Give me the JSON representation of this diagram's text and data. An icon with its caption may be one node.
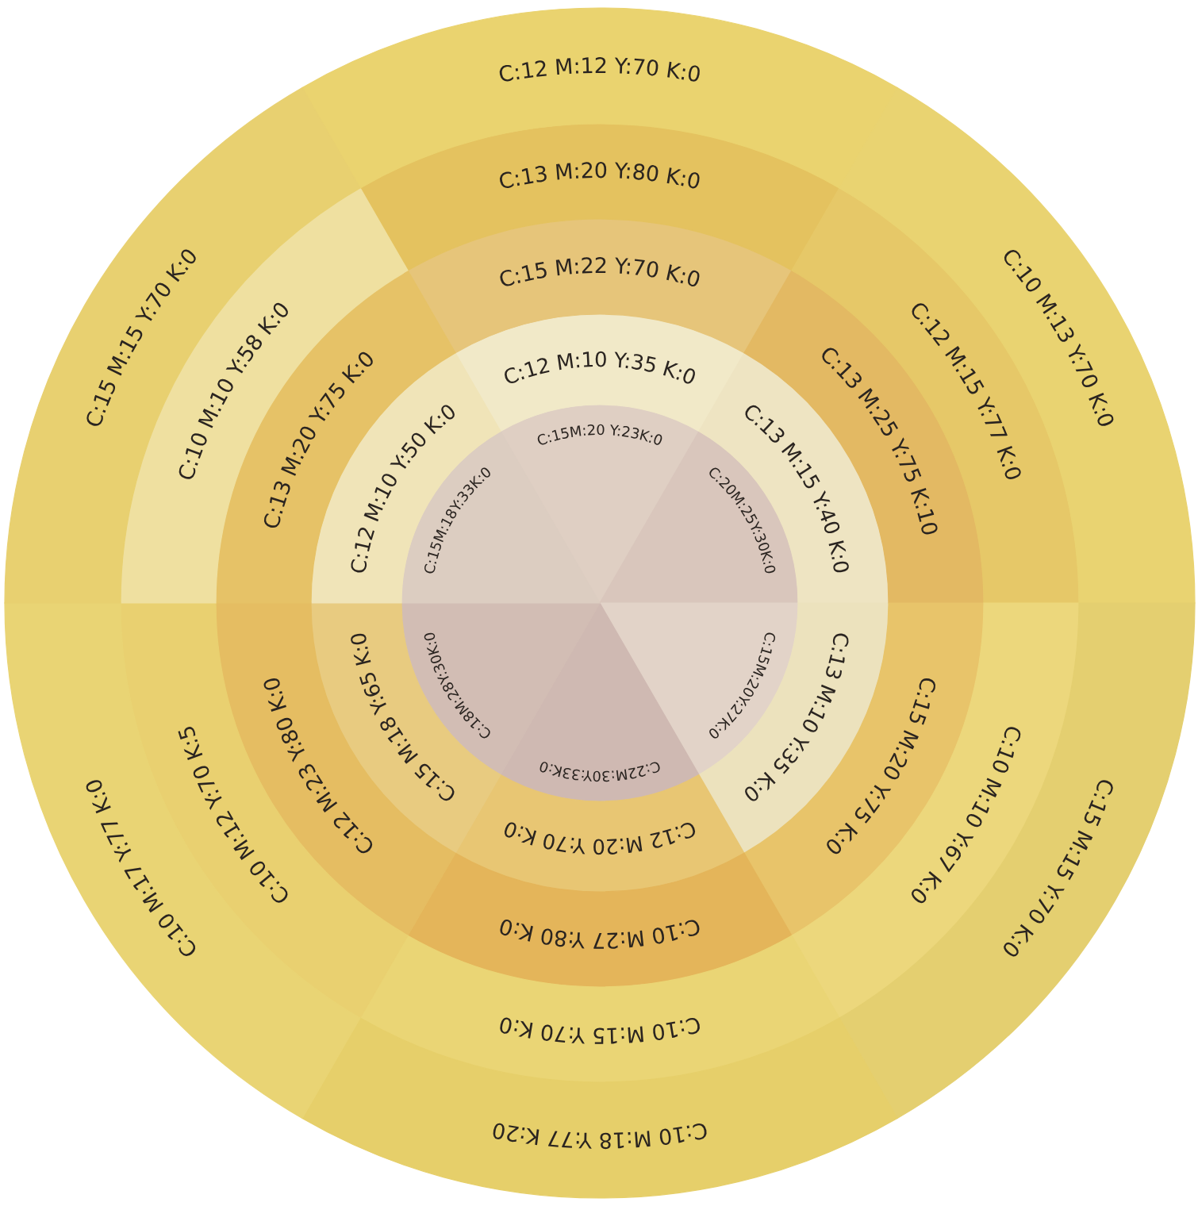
{
  "diagram": {
    "nodes": [
      {
        "text": [
          "C:15M:20 Y:23K:0"
        ]
      },
      {
        "text": [
          "C:20M:25Y:30K:0"
        ]
      },
      {
        "text": [
          "C:15M:20Y:27K:0"
        ]
      },
      {
        "text": [
          "C:22M:30Y:33K:0"
        ]
      },
      {
        "text": [
          "C:18M:28Y:30K:0"
        ]
      },
      {
        "text": [
          "C:15M:18Y:33K:0"
        ]
      },
      {
        "text": [
          "C:12 M:10 Y:35 K:0"
        ]
      },
      {
        "text": [
          "C:13 M:15 Y:40 K:0"
        ]
      },
      {
        "text": [
          "C:13 M:10 Y:35 K:0"
        ]
      },
      {
        "text": [
          "C:12 M:20 Y:70 K:0"
        ]
      },
      {
        "text": [
          "C:15 M:18 Y:65 K:0"
        ]
      },
      {
        "text": [
          "C:12 M:10 Y:50 K:0"
        ]
      },
      {
        "text": [
          "C:15 M:22 Y:70 K:0"
        ]
      },
      {
        "text": [
          "C:13 M:25 Y:75 K:10"
        ]
      },
      {
        "text": [
          "C:15 M:20 Y:75 K:0"
        ]
      },
      {
        "text": [
          "C:10 M:27 Y:80 K:0"
        ]
      },
      {
        "text": [
          "C:12 M:23 Y:80 K:0"
        ]
      },
      {
        "text": [
          "C:13 M:20 Y:75 K:0"
        ]
      },
      {
        "text": [
          "C:13 M:20 Y:80 K:0"
        ]
      },
      {
        "text": [
          "C:12 M:15 Y:77 K:0"
        ]
      },
      {
        "text": [
          "C:10 M:10 Y:67 K:0"
        ]
      },
      {
        "text": [
          "C:10 M:15 Y:70 K:0"
        ]
      },
      {
        "text": [
          "C:10 M:12 Y:70 K:5"
        ]
      },
      {
        "text": [
          "C:10 M:10 Y:58 K:0"
        ]
      },
      {
        "text": [
          "C:12 M:12 Y:70 K:0"
        ]
      },
      {
        "text": [
          "C:10 M:13 Y:70 K:0"
        ]
      },
      {
        "text": [
          "C:15 M:15 Y:70 K:0"
        ]
      },
      {
        "text": [
          "C:10 M:18 Y:77 K:20"
        ]
      },
      {
        "text": [
          "C:10 M:17 Y:77 K:0"
        ]
      },
      {
        "text": [
          "C:15 M:15 Y:70 K:0"
        ]
      }
    ]
  }
}
